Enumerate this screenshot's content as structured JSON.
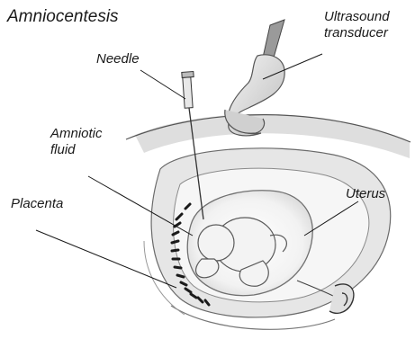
{
  "title": "Amniocentesis",
  "labels": {
    "needle": "Needle",
    "ultrasound_transducer": [
      "Ultrasound",
      "transducer"
    ],
    "amniotic_fluid": [
      "Amniotic",
      "fluid"
    ],
    "placenta": "Placenta",
    "uterus": "Uterus"
  },
  "colors": {
    "ink": "#1a1a1a",
    "shading": "#c8c8c8",
    "light_shading": "#e4e4e4"
  }
}
